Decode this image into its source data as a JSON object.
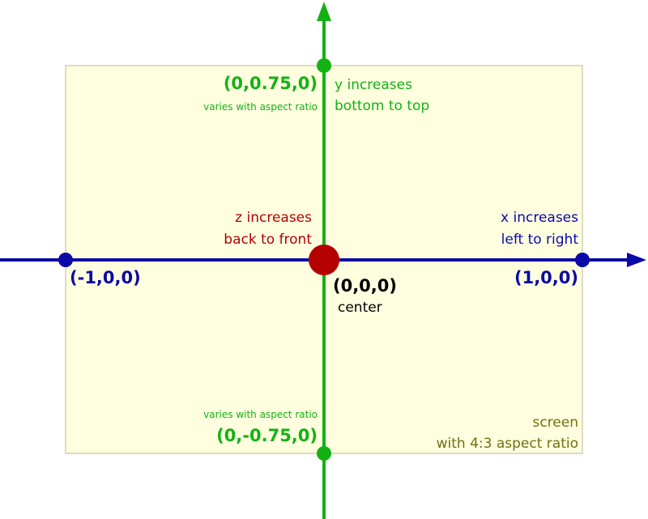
{
  "colors": {
    "screen_fill": "#ffffe0",
    "screen_border": "#b9b98f",
    "x_axis": "#0a0aa6",
    "y_axis": "#13b213",
    "z_marker": "#b50000",
    "center_text": "#000000",
    "screen_text": "#707010"
  },
  "points": {
    "y_top": {
      "coord": "(0,0.75,0)",
      "note": "varies with aspect ratio"
    },
    "y_bottom": {
      "coord": "(0,-0.75,0)",
      "note": "varies with aspect ratio"
    },
    "x_left": {
      "coord": "(-1,0,0)"
    },
    "x_right": {
      "coord": "(1,0,0)"
    },
    "center": {
      "coord": "(0,0,0)",
      "label": "center"
    }
  },
  "axes": {
    "y": {
      "line1": "y increases",
      "line2": "bottom to top"
    },
    "x": {
      "line1": "x increases",
      "line2": "left to right"
    },
    "z": {
      "line1": "z increases",
      "line2": "back to front"
    }
  },
  "screen": {
    "line1": "screen",
    "line2": "with 4:3 aspect ratio"
  }
}
